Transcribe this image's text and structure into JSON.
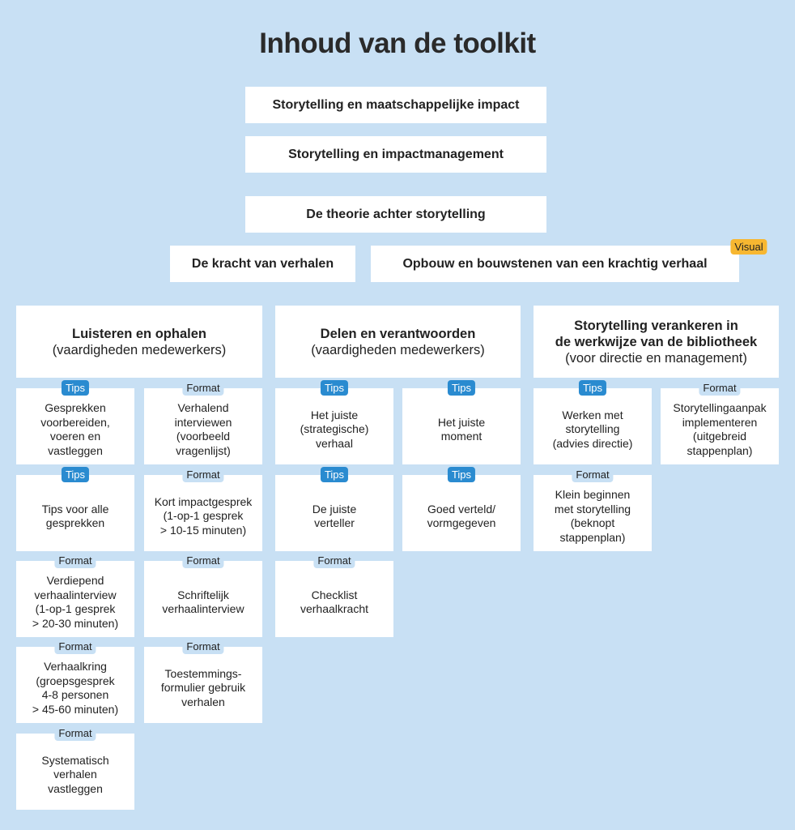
{
  "title": "Inhoud van de toolkit",
  "top_boxes": [
    "Storytelling en maatschappelijke impact",
    "Storytelling en impactmanagement",
    "De theorie achter storytelling",
    "De kracht van verhalen",
    "Opbouw en bouwstenen van een krachtig verhaal"
  ],
  "visual_badge": "Visual",
  "columns": [
    {
      "heading": "Luisteren en ophalen",
      "sub": "(vaardigheden medewerkers)"
    },
    {
      "heading": "Delen en verantwoorden",
      "sub": "(vaardigheden medewerkers)"
    },
    {
      "heading": "Storytelling verankeren in\nde werkwijze van de bibliotheek",
      "sub": "(voor directie en management)"
    }
  ],
  "cards": [
    {
      "badge": "Tips",
      "text": "Gesprekken\nvoorbereiden,\nvoeren en\nvastleggen"
    },
    {
      "badge": "Format",
      "text": "Verhalend\ninterviewen\n(voorbeeld\nvragenlijst)"
    },
    {
      "badge": "Tips",
      "text": "Tips voor alle\ngesprekken"
    },
    {
      "badge": "Format",
      "text": "Kort impactgesprek\n(1-op-1 gesprek\n> 10-15 minuten)"
    },
    {
      "badge": "Format",
      "text": "Verdiepend\nverhaalinterview\n(1-op-1 gesprek\n> 20-30 minuten)"
    },
    {
      "badge": "Format",
      "text": "Schriftelijk\nverhaalinterview"
    },
    {
      "badge": "Format",
      "text": "Verhaalkring\n(groepsgesprek\n4-8 personen\n> 45-60 minuten)"
    },
    {
      "badge": "Format",
      "text": "Toestemmings-\nformulier gebruik\nverhalen"
    },
    {
      "badge": "Format",
      "text": "Systematisch\nverhalen\nvastleggen"
    },
    {
      "badge": "Tips",
      "text": "Het juiste\n(strategische)\nverhaal"
    },
    {
      "badge": "Tips",
      "text": "Het juiste\nmoment"
    },
    {
      "badge": "Tips",
      "text": "De juiste\nverteller"
    },
    {
      "badge": "Tips",
      "text": "Goed verteld/\nvormgegeven"
    },
    {
      "badge": "Format",
      "text": "Checklist\nverhaalkracht"
    },
    {
      "badge": "Tips",
      "text": "Werken met\nstorytelling\n(advies directie)"
    },
    {
      "badge": "Format",
      "text": "Storytellingaanpak\nimplementeren\n(uitgebreid\nstappenplan)"
    },
    {
      "badge": "Format",
      "text": "Klein beginnen\nmet storytelling\n(beknopt\nstappenplan)"
    }
  ],
  "colors": {
    "background": "#c8e0f4",
    "tips": "#2a8bd0",
    "format": "#c8e0f4",
    "visual": "#f7b731"
  }
}
